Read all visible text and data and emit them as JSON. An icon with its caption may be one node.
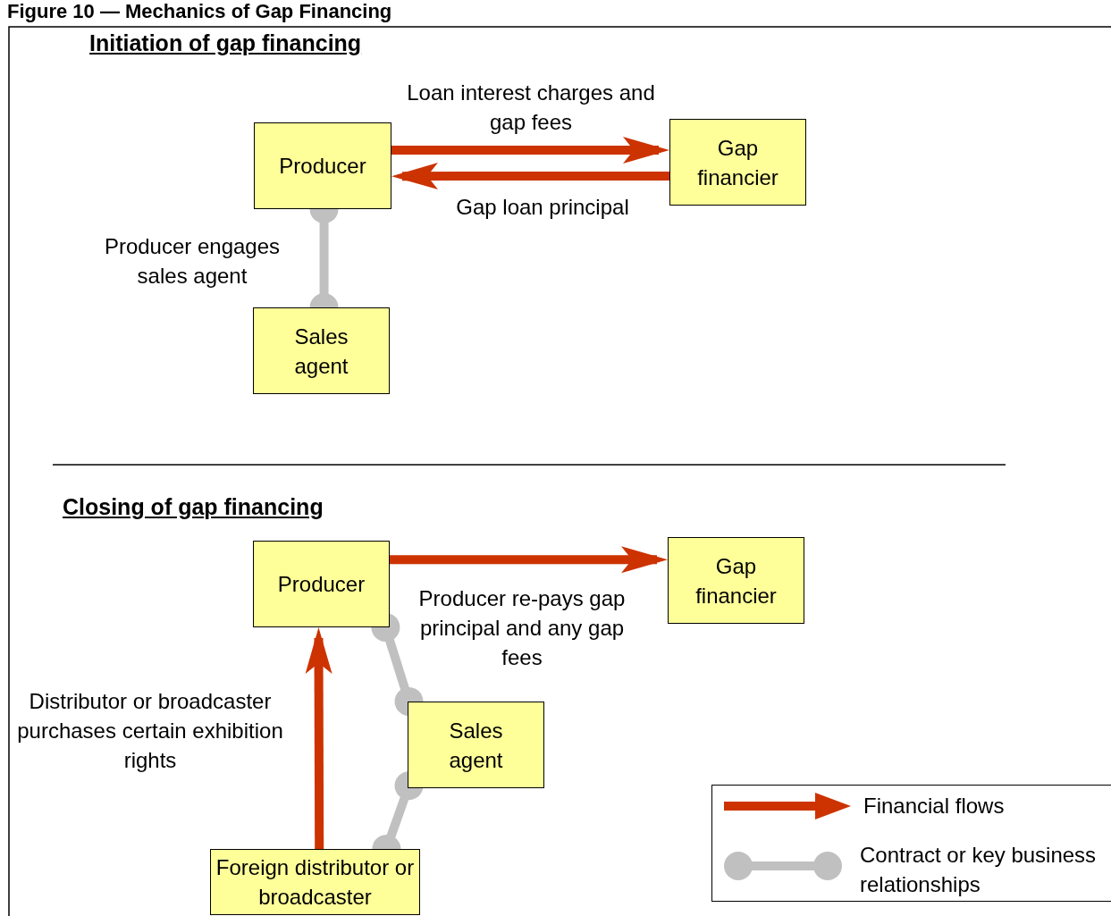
{
  "diagram": {
    "title": "Figure 10 — Mechanics of Gap Financing",
    "nodes": [
      {
        "text": [
          "Producer"
        ]
      },
      {
        "text": [
          "Gap financier"
        ]
      },
      {
        "text": [
          "Sales agent"
        ]
      },
      {
        "text": [
          "Producer"
        ]
      },
      {
        "text": [
          "Gap financier"
        ]
      },
      {
        "text": [
          "Sales agent"
        ]
      },
      {
        "text": [
          "Foreign distributor or broadcaster"
        ]
      }
    ],
    "edges": [
      {
        "from": 0,
        "to": 1,
        "arrow": "to",
        "label": "Loan interest charges and gap fees"
      },
      {
        "from": 1,
        "to": 0,
        "arrow": "to",
        "label": "Gap loan principal"
      },
      {
        "from": 0,
        "to": 2,
        "arrow": "other",
        "label": "Producer engages sales agent",
        "color": "#c0c0c0"
      },
      {
        "from": 3,
        "to": 4,
        "arrow": "to",
        "label": "Producer re-pays gap principal and any gap fees"
      },
      {
        "from": 6,
        "to": 3,
        "arrow": "to",
        "label": "Distributor or broadcaster purchases certain exhibition rights"
      },
      {
        "from": 3,
        "to": 5,
        "arrow": "other",
        "color": "#c0c0c0"
      },
      {
        "from": 5,
        "to": 6,
        "arrow": "other",
        "color": "#c0c0c0"
      }
    ],
    "labels": [
      "Initiation of gap financing",
      "Closing of gap financing"
    ],
    "legend": [
      {
        "text": "Financial flows"
      },
      {
        "text": "Contract or key business relationships"
      }
    ]
  }
}
